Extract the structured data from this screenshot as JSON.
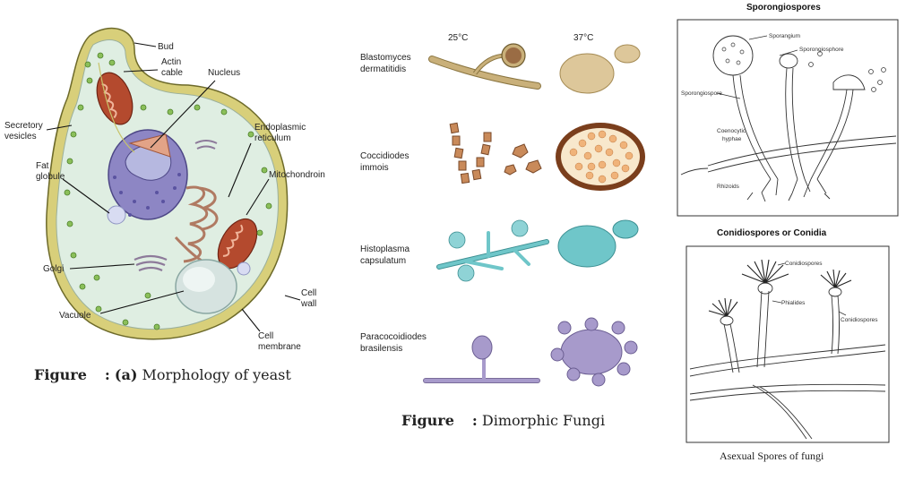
{
  "yeast": {
    "labels": {
      "bud": "Bud",
      "actin_1": "Actin",
      "actin_2": "cable",
      "nucleus": "Nucleus",
      "secretory_1": "Secretory",
      "secretory_2": "vesicles",
      "er_1": "Endoplasmic",
      "er_2": "reticulum",
      "fat_1": "Fat",
      "fat_2": "globule",
      "mito": "Mitochondroin",
      "golgi": "Golgi",
      "vacuole": "Vacuole",
      "wall_1": "Cell",
      "wall_2": "wall",
      "membrane_1": "Cell",
      "membrane_2": "membrane"
    },
    "caption": {
      "prefix": "Figure",
      "sep": ":",
      "part": "(a)",
      "text": "Morphology of yeast"
    }
  },
  "dimorphic": {
    "temps": {
      "left": "25°C",
      "right": "37°C"
    },
    "species": [
      {
        "line1": "Blastomyces",
        "line2": "dermatitidis"
      },
      {
        "line1": "Coccidiodes",
        "line2": "immois"
      },
      {
        "line1": "Histoplasma",
        "line2": "capsulatum"
      },
      {
        "line1": "Paracocoidiodes",
        "line2": "brasilensis"
      }
    ],
    "caption": {
      "prefix": "Figure",
      "sep": ":",
      "text": "Dimorphic Fungi"
    }
  },
  "spores": {
    "sporangio": {
      "title": "Sporongiospores",
      "labels": {
        "sporangium": "Sporangium",
        "sporangiophore_a": "Sporongiosphore",
        "sporangiophore_b": "Sporongiospore",
        "hyphae_1": "Coenocytic",
        "hyphae_2": "hyphae",
        "rhizoids": "Rhizoids"
      }
    },
    "conidio": {
      "title": "Conidiospores or Conidia",
      "labels": {
        "top": "Conidiospores",
        "phialides": "Phialides",
        "right": "Conidiospores"
      }
    },
    "caption": "Asexual Spores of fungi"
  },
  "colors": {
    "yeast_wall": "#d8cf7a",
    "yeast_cyto": "#dfeee2",
    "nucleus": "#8d86c4",
    "mito": "#b44a2e",
    "blasto": "#c9b07a",
    "cocci": "#c98a5a",
    "histo": "#6fc6c9",
    "para": "#a79acb"
  }
}
